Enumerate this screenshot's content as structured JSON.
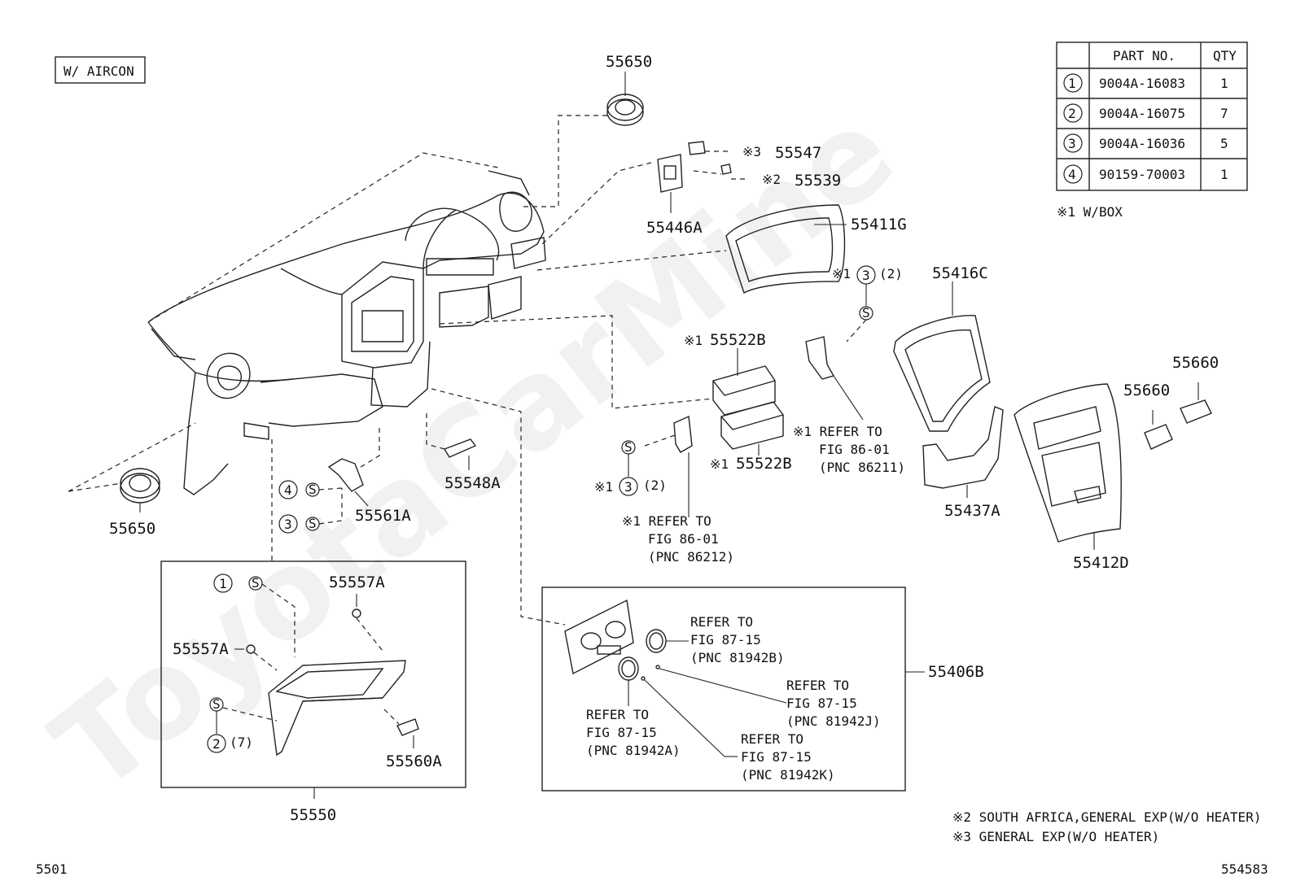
{
  "header": {
    "variant_box": "W/ AIRCON"
  },
  "watermark": "ToyotaCarMine",
  "page": {
    "left_code": "5501",
    "right_code": "554583"
  },
  "parts_table": {
    "headers": [
      "",
      "PART NO.",
      "QTY"
    ],
    "rows": [
      {
        "ref": "1",
        "part_no": "9004A-16083",
        "qty": "1"
      },
      {
        "ref": "2",
        "part_no": "9004A-16075",
        "qty": "7"
      },
      {
        "ref": "3",
        "part_no": "9004A-16036",
        "qty": "5"
      },
      {
        "ref": "4",
        "part_no": "90159-70003",
        "qty": "1"
      }
    ],
    "note": "※1 W/BOX"
  },
  "footnotes": {
    "n2": "※2 SOUTH AFRICA,GENERAL EXP(W/O HEATER)",
    "n3": "※3 GENERAL EXP(W/O HEATER)"
  },
  "labels": {
    "p55650_top": "55650",
    "p55650_left": "55650",
    "p55547_mark": "※3",
    "p55547": "55547",
    "p55539_mark": "※2",
    "p55539": "55539",
    "p55446A": "55446A",
    "p55411G": "55411G",
    "p55416C": "55416C",
    "bolt3a_mark": "※1",
    "bolt3a_ref": "3",
    "bolt3a_qty": "(2)",
    "p55522B_top_mark": "※1",
    "p55522B_top": "55522B",
    "p55522B_bot_mark": "※1",
    "p55522B_bot": "55522B",
    "p55660_a": "55660",
    "p55660_b": "55660",
    "ref86211_l1": "※1 REFER TO",
    "ref86211_l2": "FIG 86-01",
    "ref86211_l3": "(PNC 86211)",
    "bolt3b_mark": "※1",
    "bolt3b_ref": "3",
    "bolt3b_qty": "(2)",
    "ref86212_l1": "※1 REFER TO",
    "ref86212_l2": "FIG 86-01",
    "ref86212_l3": "(PNC 86212)",
    "p55437A": "55437A",
    "p55412D": "55412D",
    "p55548A": "55548A",
    "p55561A": "55561A",
    "ref4": "4",
    "ref3": "3",
    "ref1": "1",
    "ref2": "2",
    "ref2_qty": "(7)",
    "p55557A_top": "55557A",
    "p55557A_left": "55557A",
    "p55560A": "55560A",
    "p55550": "55550",
    "p55406B": "55406B",
    "r81942B_l1": "REFER TO",
    "r81942B_l2": "FIG 87-15",
    "r81942B_l3": "(PNC 81942B)",
    "r81942J_l1": "REFER TO",
    "r81942J_l2": "FIG 87-15",
    "r81942J_l3": "(PNC 81942J)",
    "r81942A_l1": "REFER TO",
    "r81942A_l2": "FIG 87-15",
    "r81942A_l3": "(PNC 81942A)",
    "r81942K_l1": "REFER TO",
    "r81942K_l2": "FIG 87-15",
    "r81942K_l3": "(PNC 81942K)",
    "screw": "S"
  }
}
